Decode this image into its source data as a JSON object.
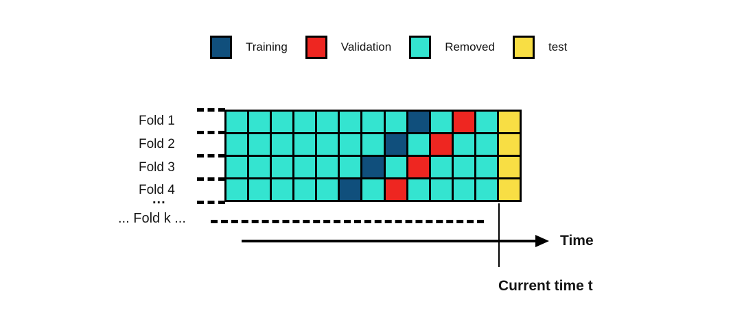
{
  "colors": {
    "training": "#104f7c",
    "validation": "#ee2621",
    "removed": "#34e4d0",
    "test": "#f8de44",
    "border": "#000000"
  },
  "legend": {
    "items": [
      {
        "type": "training",
        "label": "Training"
      },
      {
        "type": "validation",
        "label": "Validation"
      },
      {
        "type": "removed",
        "label": "Removed"
      },
      {
        "type": "test",
        "label": "test"
      }
    ]
  },
  "grid": {
    "num_columns": 13,
    "rows": [
      {
        "label": "Fold 1",
        "cells": [
          "removed",
          "removed",
          "removed",
          "removed",
          "removed",
          "removed",
          "removed",
          "removed",
          "training",
          "removed",
          "validation",
          "removed",
          "test"
        ]
      },
      {
        "label": "Fold 2",
        "cells": [
          "removed",
          "removed",
          "removed",
          "removed",
          "removed",
          "removed",
          "removed",
          "training",
          "removed",
          "validation",
          "removed",
          "removed",
          "test"
        ]
      },
      {
        "label": "Fold 3",
        "cells": [
          "removed",
          "removed",
          "removed",
          "removed",
          "removed",
          "removed",
          "training",
          "removed",
          "validation",
          "removed",
          "removed",
          "removed",
          "test"
        ]
      },
      {
        "label": "Fold 4",
        "cells": [
          "removed",
          "removed",
          "removed",
          "removed",
          "removed",
          "training",
          "removed",
          "validation",
          "removed",
          "removed",
          "removed",
          "removed",
          "test"
        ]
      }
    ],
    "more_rows_ellipsis": "...",
    "fold_k_label": "... Fold k ..."
  },
  "axis": {
    "time_label": "Time",
    "current_time_label": "Current time t"
  }
}
